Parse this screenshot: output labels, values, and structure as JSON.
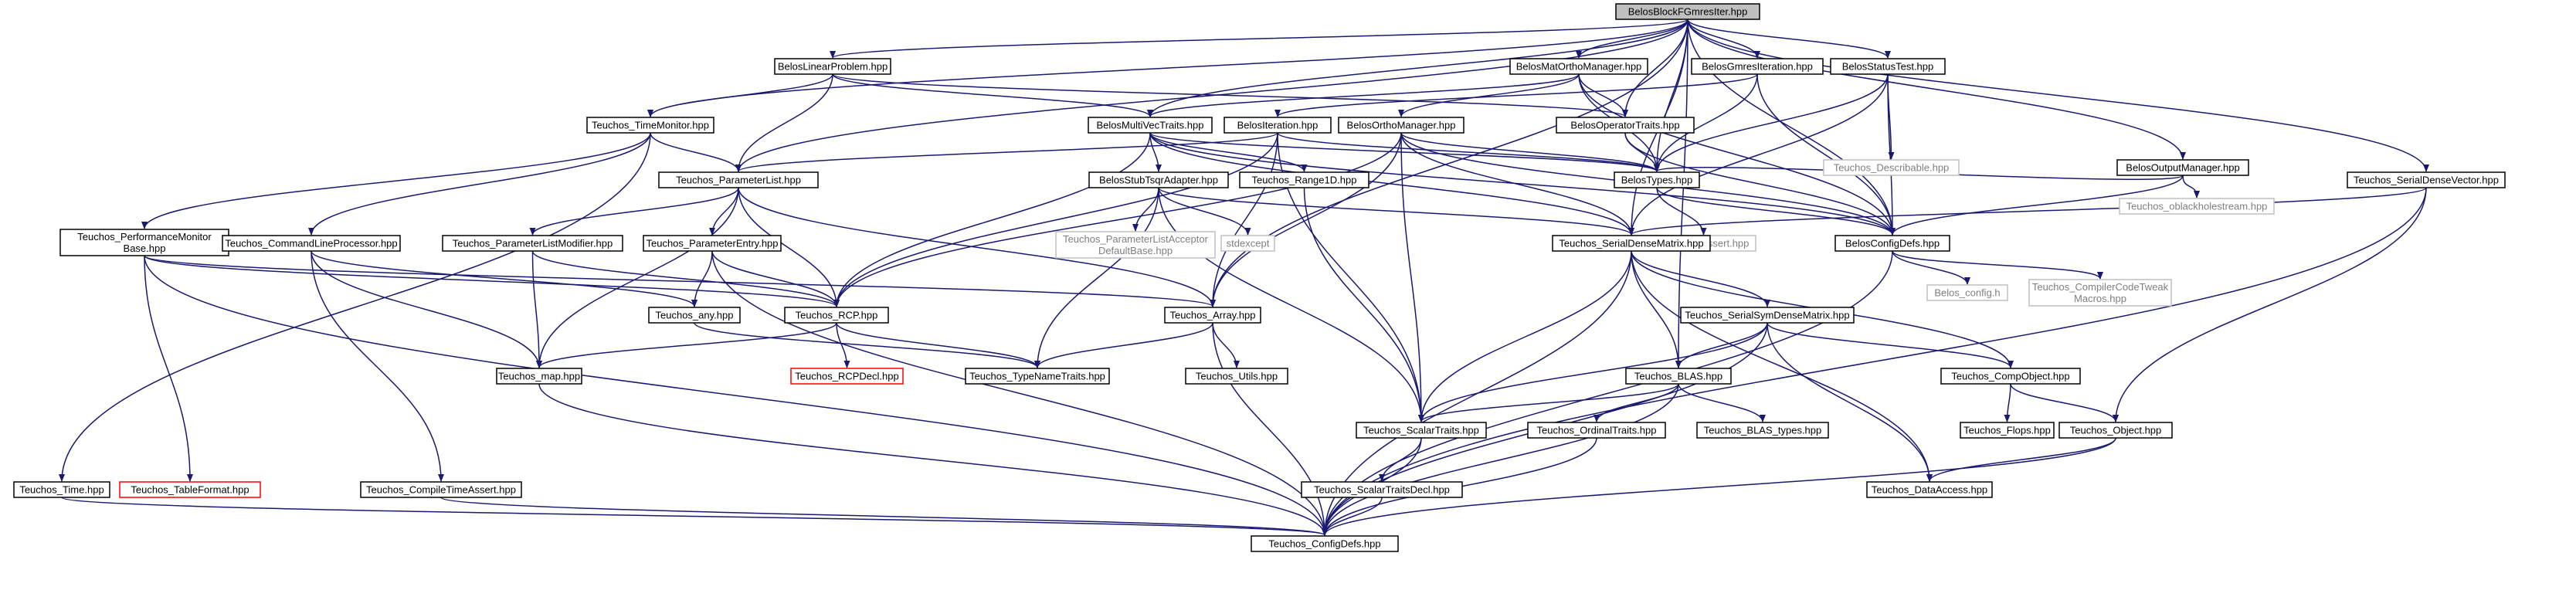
{
  "colors": {
    "edge": "#191970",
    "border_default": "#000000",
    "border_undocumented": "#bfbfbf",
    "border_missing": "#ff0000",
    "fill_default": "#ffffff",
    "fill_root": "#bfbfbf",
    "text_default": "#000000",
    "text_undocumented": "#7f7f7f"
  },
  "graph": {
    "nodes": [
      {
        "id": "root",
        "lines": [
          "BelosBlockFGmresIter.hpp"
        ],
        "style": "root"
      },
      {
        "id": "linprob",
        "lines": [
          "BelosLinearProblem.hpp"
        ],
        "style": "normal"
      },
      {
        "id": "matortho",
        "lines": [
          "BelosMatOrthoManager.hpp"
        ],
        "style": "normal"
      },
      {
        "id": "gmresiter",
        "lines": [
          "BelosGmresIteration.hpp"
        ],
        "style": "normal"
      },
      {
        "id": "statustest",
        "lines": [
          "BelosStatusTest.hpp"
        ],
        "style": "normal"
      },
      {
        "id": "outputmgr",
        "lines": [
          "BelosOutputManager.hpp"
        ],
        "style": "normal"
      },
      {
        "id": "timemon",
        "lines": [
          "Teuchos_TimeMonitor.hpp"
        ],
        "style": "normal"
      },
      {
        "id": "multivec",
        "lines": [
          "BelosMultiVecTraits.hpp"
        ],
        "style": "normal"
      },
      {
        "id": "iteration",
        "lines": [
          "BelosIteration.hpp"
        ],
        "style": "normal"
      },
      {
        "id": "orthomgr",
        "lines": [
          "BelosOrthoManager.hpp"
        ],
        "style": "normal"
      },
      {
        "id": "optraits",
        "lines": [
          "BelosOperatorTraits.hpp"
        ],
        "style": "normal"
      },
      {
        "id": "describable",
        "lines": [
          "Teuchos_Describable.hpp"
        ],
        "style": "undoc"
      },
      {
        "id": "sdvector",
        "lines": [
          "Teuchos_SerialDenseVector.hpp"
        ],
        "style": "normal"
      },
      {
        "id": "paramlist",
        "lines": [
          "Teuchos_ParameterList.hpp"
        ],
        "style": "normal"
      },
      {
        "id": "stubtsqr",
        "lines": [
          "BelosStubTsqrAdapter.hpp"
        ],
        "style": "normal"
      },
      {
        "id": "range1d",
        "lines": [
          "Teuchos_Range1D.hpp"
        ],
        "style": "normal"
      },
      {
        "id": "belostypes",
        "lines": [
          "BelosTypes.hpp"
        ],
        "style": "normal"
      },
      {
        "id": "oblack",
        "lines": [
          "Teuchos_oblackholestream.hpp"
        ],
        "style": "undoc"
      },
      {
        "id": "perfmon",
        "lines": [
          "Teuchos_PerformanceMonitor",
          "Base.hpp"
        ],
        "style": "normal"
      },
      {
        "id": "clp",
        "lines": [
          "Teuchos_CommandLineProcessor.hpp"
        ],
        "style": "normal"
      },
      {
        "id": "plmod",
        "lines": [
          "Teuchos_ParameterListModifier.hpp"
        ],
        "style": "normal"
      },
      {
        "id": "pentry",
        "lines": [
          "Teuchos_ParameterEntry.hpp"
        ],
        "style": "normal"
      },
      {
        "id": "placceptor",
        "lines": [
          "Teuchos_ParameterListAcceptor",
          "DefaultBase.hpp"
        ],
        "style": "undoc"
      },
      {
        "id": "stdexcept",
        "lines": [
          "stdexcept"
        ],
        "style": "undoc"
      },
      {
        "id": "assert",
        "lines": [
          "Teuchos_Assert.hpp"
        ],
        "style": "undoc"
      },
      {
        "id": "sdmatrix",
        "lines": [
          "Teuchos_SerialDenseMatrix.hpp"
        ],
        "style": "normal"
      },
      {
        "id": "belosconfig",
        "lines": [
          "BelosConfigDefs.hpp"
        ],
        "style": "normal"
      },
      {
        "id": "belos_config",
        "lines": [
          "Belos_config.h"
        ],
        "style": "undoc"
      },
      {
        "id": "codetweak",
        "lines": [
          "Teuchos_CompilerCodeTweak",
          "Macros.hpp"
        ],
        "style": "undoc"
      },
      {
        "id": "any",
        "lines": [
          "Teuchos_any.hpp"
        ],
        "style": "normal"
      },
      {
        "id": "rcp",
        "lines": [
          "Teuchos_RCP.hpp"
        ],
        "style": "normal"
      },
      {
        "id": "array",
        "lines": [
          "Teuchos_Array.hpp"
        ],
        "style": "normal"
      },
      {
        "id": "symdense",
        "lines": [
          "Teuchos_SerialSymDenseMatrix.hpp"
        ],
        "style": "normal"
      },
      {
        "id": "map",
        "lines": [
          "Teuchos_map.hpp"
        ],
        "style": "normal"
      },
      {
        "id": "rcpdecl",
        "lines": [
          "Teuchos_RCPDecl.hpp"
        ],
        "style": "missing"
      },
      {
        "id": "typename",
        "lines": [
          "Teuchos_TypeNameTraits.hpp"
        ],
        "style": "normal"
      },
      {
        "id": "utils",
        "lines": [
          "Teuchos_Utils.hpp"
        ],
        "style": "normal"
      },
      {
        "id": "blas",
        "lines": [
          "Teuchos_BLAS.hpp"
        ],
        "style": "normal"
      },
      {
        "id": "compobj",
        "lines": [
          "Teuchos_CompObject.hpp"
        ],
        "style": "normal"
      },
      {
        "id": "scalartraits",
        "lines": [
          "Teuchos_ScalarTraits.hpp"
        ],
        "style": "normal"
      },
      {
        "id": "ordinal",
        "lines": [
          "Teuchos_OrdinalTraits.hpp"
        ],
        "style": "normal"
      },
      {
        "id": "blastypes",
        "lines": [
          "Teuchos_BLAS_types.hpp"
        ],
        "style": "normal"
      },
      {
        "id": "flops",
        "lines": [
          "Teuchos_Flops.hpp"
        ],
        "style": "normal"
      },
      {
        "id": "object",
        "lines": [
          "Teuchos_Object.hpp"
        ],
        "style": "normal"
      },
      {
        "id": "time",
        "lines": [
          "Teuchos_Time.hpp"
        ],
        "style": "normal"
      },
      {
        "id": "tableformat",
        "lines": [
          "Teuchos_TableFormat.hpp"
        ],
        "style": "missing"
      },
      {
        "id": "ctassert",
        "lines": [
          "Teuchos_CompileTimeAssert.hpp"
        ],
        "style": "normal"
      },
      {
        "id": "scalardecl",
        "lines": [
          "Teuchos_ScalarTraitsDecl.hpp"
        ],
        "style": "normal"
      },
      {
        "id": "dataaccess",
        "lines": [
          "Teuchos_DataAccess.hpp"
        ],
        "style": "normal"
      },
      {
        "id": "configdefs",
        "lines": [
          "Teuchos_ConfigDefs.hpp"
        ],
        "style": "normal"
      }
    ],
    "edges": [
      [
        "root",
        "linprob"
      ],
      [
        "root",
        "matortho"
      ],
      [
        "root",
        "gmresiter"
      ],
      [
        "root",
        "statustest"
      ],
      [
        "root",
        "outputmgr"
      ],
      [
        "root",
        "timemon"
      ],
      [
        "root",
        "paramlist"
      ],
      [
        "root",
        "multivec"
      ],
      [
        "root",
        "optraits"
      ],
      [
        "root",
        "belostypes"
      ],
      [
        "root",
        "belosconfig"
      ],
      [
        "root",
        "sdvector"
      ],
      [
        "root",
        "sdmatrix"
      ],
      [
        "root",
        "blas"
      ],
      [
        "root",
        "array"
      ],
      [
        "linprob",
        "multivec"
      ],
      [
        "linprob",
        "optraits"
      ],
      [
        "linprob",
        "timemon"
      ],
      [
        "linprob",
        "paramlist"
      ],
      [
        "matortho",
        "orthomgr"
      ],
      [
        "matortho",
        "optraits"
      ],
      [
        "matortho",
        "multivec"
      ],
      [
        "matortho",
        "belostypes"
      ],
      [
        "matortho",
        "belosconfig"
      ],
      [
        "gmresiter",
        "iteration"
      ],
      [
        "gmresiter",
        "belostypes"
      ],
      [
        "gmresiter",
        "belosconfig"
      ],
      [
        "statustest",
        "describable"
      ],
      [
        "statustest",
        "belostypes"
      ],
      [
        "statustest",
        "belosconfig"
      ],
      [
        "statustest",
        "sdmatrix"
      ],
      [
        "outputmgr",
        "belostypes"
      ],
      [
        "outputmgr",
        "oblack"
      ],
      [
        "outputmgr",
        "belosconfig"
      ],
      [
        "timemon",
        "paramlist"
      ],
      [
        "timemon",
        "perfmon"
      ],
      [
        "timemon",
        "clp"
      ],
      [
        "timemon",
        "time"
      ],
      [
        "multivec",
        "stubtsqr"
      ],
      [
        "multivec",
        "range1d"
      ],
      [
        "multivec",
        "rcp"
      ],
      [
        "multivec",
        "belostypes"
      ],
      [
        "multivec",
        "sdmatrix"
      ],
      [
        "multivec",
        "belosconfig"
      ],
      [
        "iteration",
        "belostypes"
      ],
      [
        "iteration",
        "paramlist"
      ],
      [
        "iteration",
        "rcp"
      ],
      [
        "iteration",
        "scalartraits"
      ],
      [
        "iteration",
        "array"
      ],
      [
        "orthomgr",
        "belostypes"
      ],
      [
        "orthomgr",
        "sdmatrix"
      ],
      [
        "orthomgr",
        "rcp"
      ],
      [
        "orthomgr",
        "array"
      ],
      [
        "orthomgr",
        "scalartraits"
      ],
      [
        "orthomgr",
        "belosconfig"
      ],
      [
        "optraits",
        "belostypes"
      ],
      [
        "optraits",
        "belosconfig"
      ],
      [
        "sdvector",
        "sdmatrix"
      ],
      [
        "sdvector",
        "object"
      ],
      [
        "sdvector",
        "configdefs"
      ],
      [
        "paramlist",
        "plmod"
      ],
      [
        "paramlist",
        "pentry"
      ],
      [
        "paramlist",
        "rcp"
      ],
      [
        "paramlist",
        "map"
      ],
      [
        "paramlist",
        "array"
      ],
      [
        "stubtsqr",
        "placceptor"
      ],
      [
        "stubtsqr",
        "stdexcept"
      ],
      [
        "stubtsqr",
        "sdmatrix"
      ],
      [
        "stubtsqr",
        "typename"
      ],
      [
        "stubtsqr",
        "scalartraits"
      ],
      [
        "range1d",
        "scalartraits"
      ],
      [
        "belostypes",
        "assert"
      ],
      [
        "belostypes",
        "belosconfig"
      ],
      [
        "perfmon",
        "rcp"
      ],
      [
        "perfmon",
        "array"
      ],
      [
        "perfmon",
        "tableformat"
      ],
      [
        "perfmon",
        "configdefs"
      ],
      [
        "clp",
        "any"
      ],
      [
        "clp",
        "map"
      ],
      [
        "clp",
        "ctassert"
      ],
      [
        "plmod",
        "rcp"
      ],
      [
        "plmod",
        "map"
      ],
      [
        "pentry",
        "any"
      ],
      [
        "pentry",
        "rcp"
      ],
      [
        "pentry",
        "configdefs"
      ],
      [
        "sdmatrix",
        "symdense"
      ],
      [
        "sdmatrix",
        "blas"
      ],
      [
        "sdmatrix",
        "compobj"
      ],
      [
        "sdmatrix",
        "dataaccess"
      ],
      [
        "sdmatrix",
        "scalartraits"
      ],
      [
        "sdmatrix",
        "configdefs"
      ],
      [
        "belosconfig",
        "belos_config"
      ],
      [
        "belosconfig",
        "codetweak"
      ],
      [
        "belosconfig",
        "configdefs"
      ],
      [
        "any",
        "typename"
      ],
      [
        "rcp",
        "rcpdecl"
      ],
      [
        "rcp",
        "typename"
      ],
      [
        "rcp",
        "map"
      ],
      [
        "array",
        "utils"
      ],
      [
        "array",
        "typename"
      ],
      [
        "array",
        "configdefs"
      ],
      [
        "symdense",
        "blas"
      ],
      [
        "symdense",
        "compobj"
      ],
      [
        "symdense",
        "dataaccess"
      ],
      [
        "symdense",
        "scalartraits"
      ],
      [
        "symdense",
        "configdefs"
      ],
      [
        "map",
        "configdefs"
      ],
      [
        "blas",
        "scalartraits"
      ],
      [
        "blas",
        "ordinal"
      ],
      [
        "blas",
        "blastypes"
      ],
      [
        "blas",
        "configdefs"
      ],
      [
        "compobj",
        "flops"
      ],
      [
        "compobj",
        "object"
      ],
      [
        "scalartraits",
        "scalardecl"
      ],
      [
        "scalartraits",
        "configdefs"
      ],
      [
        "ordinal",
        "configdefs"
      ],
      [
        "object",
        "dataaccess"
      ],
      [
        "object",
        "configdefs"
      ],
      [
        "time",
        "configdefs"
      ],
      [
        "ctassert",
        "configdefs"
      ],
      [
        "scalardecl",
        "configdefs"
      ]
    ]
  }
}
